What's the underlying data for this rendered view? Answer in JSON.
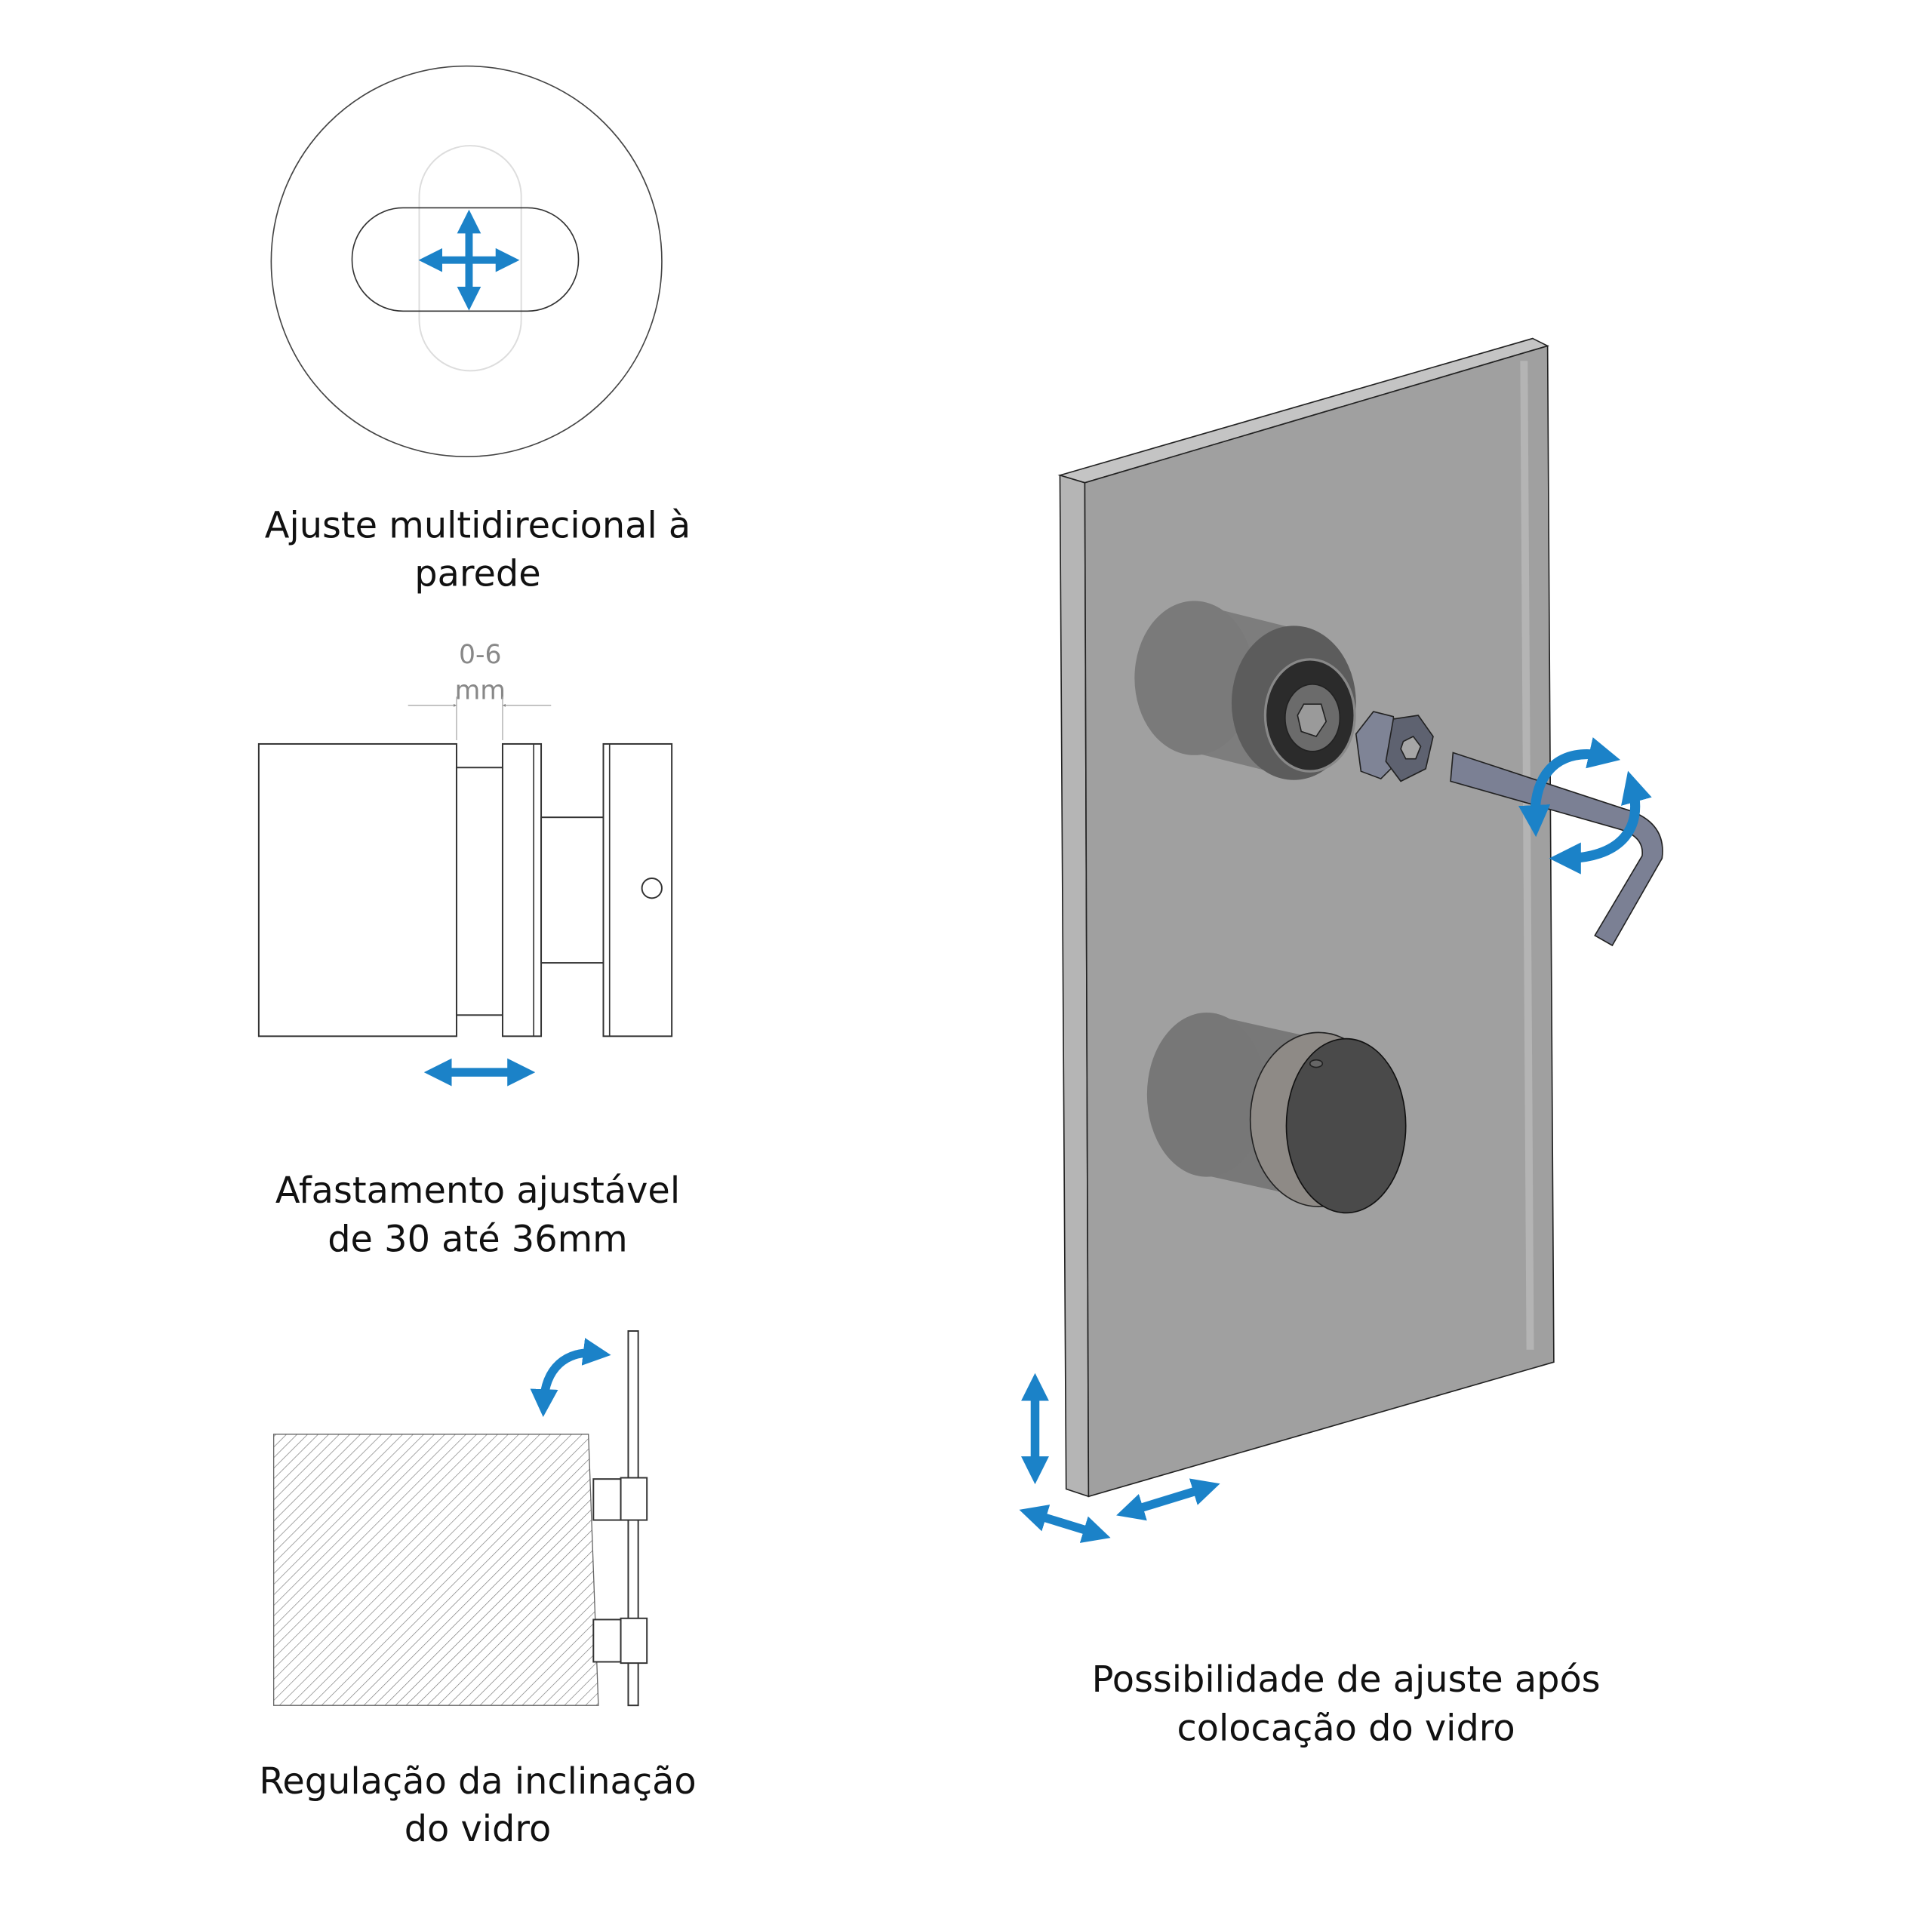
{
  "colors": {
    "arrow": "#1b82c8",
    "glass": "#a0a0a0",
    "line": "#333333"
  },
  "panels": [
    {
      "caption_lines": [
        "Ajuste multidirecional à",
        "parede"
      ]
    },
    {
      "dimension_value": "0-6",
      "dimension_unit": "mm",
      "caption_lines": [
        "Afastamento ajustável",
        "de 30 até 36mm"
      ]
    },
    {
      "caption_lines": [
        "Regulação da inclinação",
        "do vidro"
      ]
    },
    {
      "caption_lines": [
        "Possibilidade de ajuste após",
        "colocação do vidro"
      ]
    }
  ]
}
